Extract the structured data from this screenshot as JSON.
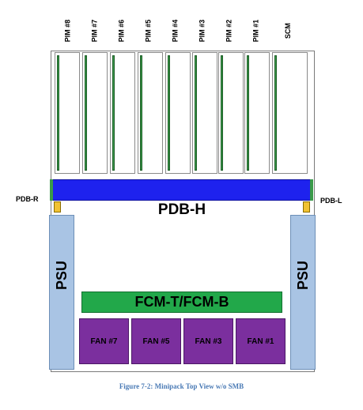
{
  "slots": [
    {
      "label": "PIM #8"
    },
    {
      "label": "PIM #7"
    },
    {
      "label": "PIM #6"
    },
    {
      "label": "PIM #5"
    },
    {
      "label": "PIM #4"
    },
    {
      "label": "PIM #3"
    },
    {
      "label": "PIM #2"
    },
    {
      "label": "PIM #1"
    },
    {
      "label": "SCM"
    }
  ],
  "pdb": {
    "h_label": "PDB-H",
    "r_label": "PDB-R",
    "l_label": "PDB-L"
  },
  "psu": {
    "label": "PSU"
  },
  "fcm": {
    "label": "FCM-T/FCM-B"
  },
  "fans": [
    {
      "label": "FAN #7"
    },
    {
      "label": "FAN #5"
    },
    {
      "label": "FAN #3"
    },
    {
      "label": "FAN #1"
    }
  ],
  "caption": "Figure 7-2: Minipack Top View w/o SMB",
  "colors": {
    "pdb_bar": "#1e22ee",
    "psu": "#a9c4e4",
    "fcm": "#22a84a",
    "fan": "#7b2f9e",
    "connector_strip": "#3a9a4a",
    "pdb_connector": "#f1c232",
    "caption": "#4a7ab5"
  }
}
